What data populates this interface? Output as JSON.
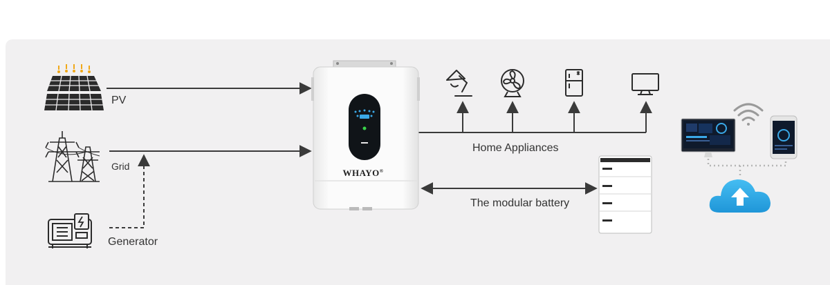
{
  "labels": {
    "pv": "PV",
    "grid": "Grid",
    "generator": "Generator",
    "home_appliances": "Home Appliances",
    "modular_battery": "The modular battery"
  },
  "brand": {
    "logo_text": "WHAYO",
    "trademark": "®"
  },
  "colors": {
    "background_panel": "#f1f0f1",
    "line": "#3a3a3a",
    "inverter_body": "#fafafa",
    "display": "#101418",
    "cloud": "#2aa8e6",
    "sun_rays": "#f0a818"
  },
  "icons": [
    "solar-panel-icon",
    "power-tower-icon",
    "generator-icon",
    "desk-lamp-icon",
    "fan-icon",
    "refrigerator-icon",
    "monitor-icon",
    "desktop-computer-icon",
    "wifi-icon",
    "smartphone-icon",
    "cloud-upload-icon",
    "battery-stack-icon",
    "inverter-icon"
  ]
}
